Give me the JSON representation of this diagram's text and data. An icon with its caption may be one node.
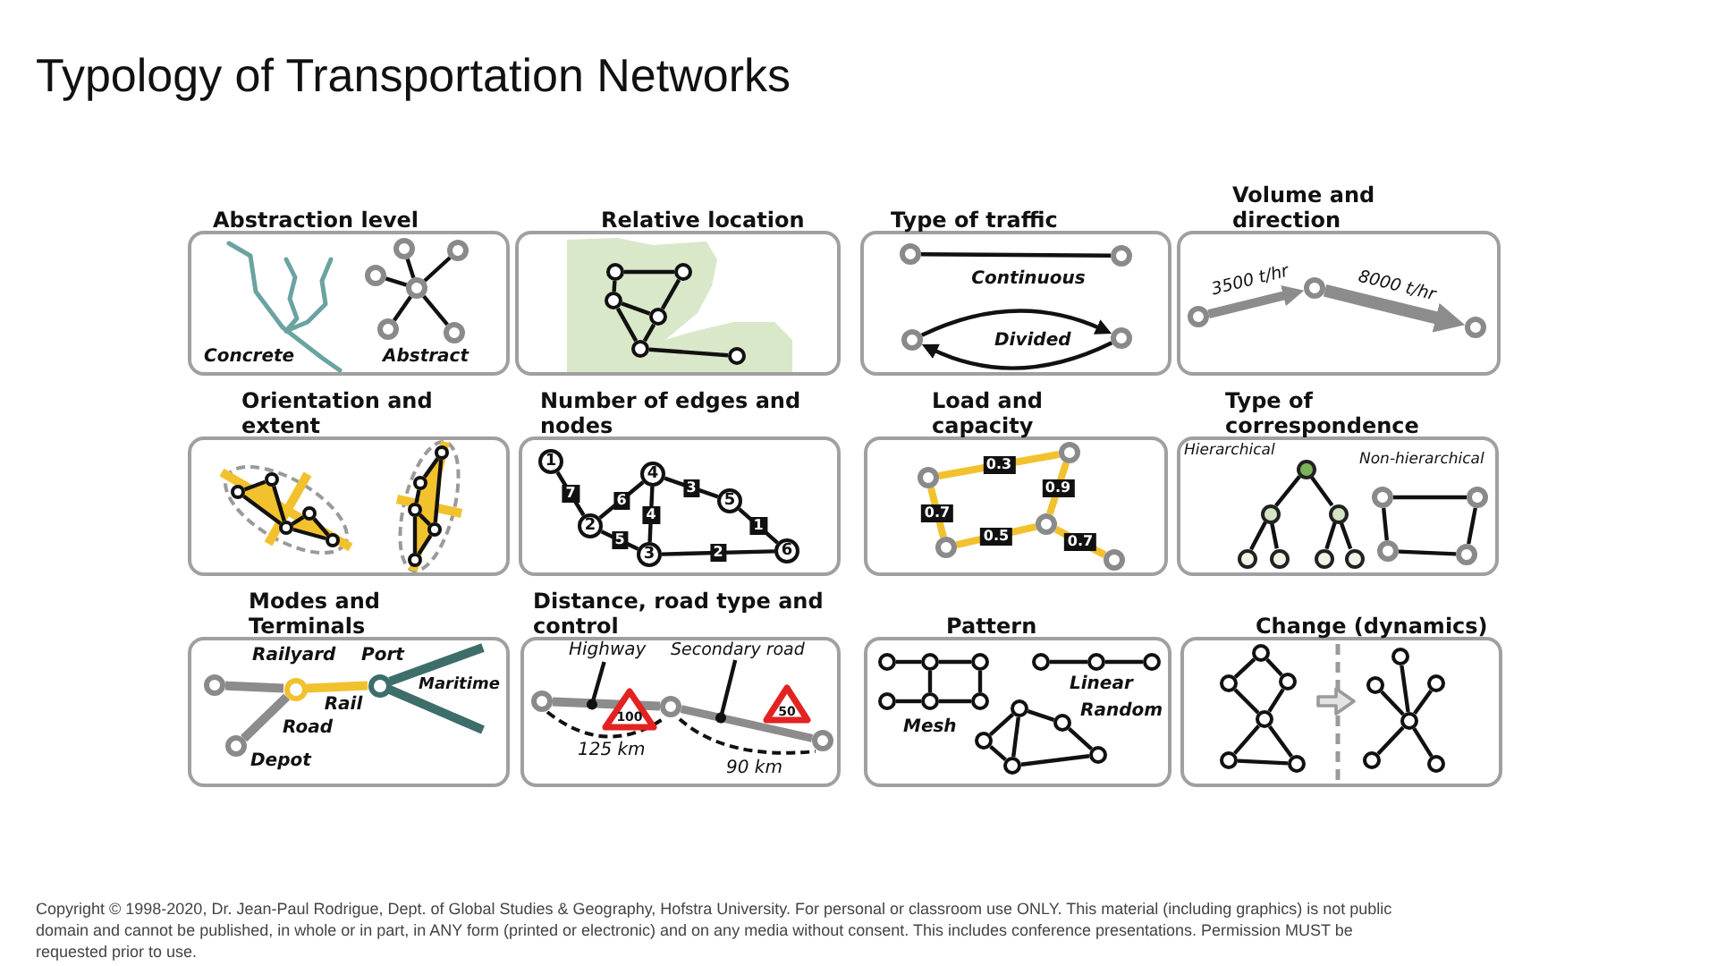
{
  "diagram": {
    "title": "Typology of Transportation Networks",
    "caption": "Copyright © 1998-2020, Dr. Jean-Paul Rodrigue, Dept. of Global Studies & Geography, Hofstra University. For personal or classroom use ONLY. This material (including graphics) is not public domain and cannot be published, in whole or in part, in ANY form (printed or electronic) and on any media without consent. This includes conference presentations. Permission MUST be requested prior to use.",
    "nodes": [
      {
        "text": [
          "Abstraction level",
          "Concrete",
          "Abstract"
        ]
      },
      {
        "text": [],
        "shape": "circle",
        "in": 0
      },
      {
        "text": [],
        "shape": "circle",
        "in": 0
      },
      {
        "text": [],
        "shape": "circle",
        "in": 0
      },
      {
        "text": [],
        "shape": "circle",
        "in": 0
      },
      {
        "text": [],
        "shape": "circle",
        "in": 0
      },
      {
        "text": [],
        "shape": "circle",
        "in": 0
      },
      {
        "text": [
          "Relative location"
        ]
      },
      {
        "text": [],
        "shape": "circle",
        "in": 7
      },
      {
        "text": [],
        "shape": "circle",
        "in": 7
      },
      {
        "text": [],
        "shape": "circle",
        "in": 7
      },
      {
        "text": [],
        "shape": "circle",
        "in": 7
      },
      {
        "text": [],
        "shape": "circle",
        "in": 7
      },
      {
        "text": [],
        "shape": "circle",
        "in": 7
      },
      {
        "text": [
          "Type of traffic",
          "Divided"
        ]
      },
      {
        "text": [],
        "shape": "circle",
        "in": 14
      },
      {
        "text": [],
        "shape": "circle",
        "in": 14
      },
      {
        "text": [],
        "shape": "circle",
        "in": 14
      },
      {
        "text": [],
        "shape": "circle",
        "in": 14
      },
      {
        "text": [
          "Volume and direction"
        ]
      },
      {
        "text": [],
        "shape": "circle",
        "in": 19
      },
      {
        "text": [],
        "shape": "circle",
        "in": 19
      },
      {
        "text": [],
        "shape": "circle",
        "in": 19
      },
      {
        "text": [
          "Orientation and extent"
        ]
      },
      {
        "text": [],
        "shape": "circle",
        "in": 23
      },
      {
        "text": [],
        "shape": "circle",
        "in": 23
      },
      {
        "text": [],
        "shape": "circle",
        "in": 23
      },
      {
        "text": [],
        "shape": "circle",
        "in": 23
      },
      {
        "text": [],
        "shape": "circle",
        "in": 23
      },
      {
        "text": [],
        "shape": "circle",
        "in": 23
      },
      {
        "text": [],
        "shape": "circle",
        "in": 23
      },
      {
        "text": [],
        "shape": "circle",
        "in": 23
      },
      {
        "text": [],
        "shape": "circle",
        "in": 23
      },
      {
        "text": [],
        "shape": "circle",
        "in": 23
      },
      {
        "text": [
          "Number of edges and nodes"
        ]
      },
      {
        "text": [
          "1"
        ],
        "in": 34
      },
      {
        "text": [
          "2"
        ],
        "in": 34
      },
      {
        "text": [
          "3"
        ],
        "in": 34
      },
      {
        "text": [
          "4"
        ],
        "in": 34
      },
      {
        "text": [
          "5"
        ],
        "in": 34
      },
      {
        "text": [
          "6"
        ],
        "in": 34
      },
      {
        "text": [
          "Load and capacity"
        ]
      },
      {
        "text": [],
        "shape": "circle",
        "in": 41
      },
      {
        "text": [],
        "shape": "circle",
        "in": 41
      },
      {
        "text": [],
        "shape": "circle",
        "in": 41
      },
      {
        "text": [],
        "shape": "circle",
        "in": 41
      },
      {
        "text": [],
        "shape": "circle",
        "in": 41
      },
      {
        "text": [
          "Type of correspondence",
          "Hierarchical",
          "Non-hierarchical"
        ]
      },
      {
        "text": [],
        "shape": "circle",
        "in": 47
      },
      {
        "text": [],
        "shape": "circle",
        "in": 47
      },
      {
        "text": [],
        "shape": "circle",
        "in": 47
      },
      {
        "text": [],
        "shape": "circle",
        "in": 47
      },
      {
        "text": [],
        "shape": "circle",
        "in": 47
      },
      {
        "text": [],
        "shape": "circle",
        "in": 47
      },
      {
        "text": [],
        "shape": "circle",
        "in": 47
      },
      {
        "text": [],
        "shape": "circle",
        "in": 47
      },
      {
        "text": [],
        "shape": "circle",
        "in": 47
      },
      {
        "text": [],
        "shape": "circle",
        "in": 47
      },
      {
        "text": [],
        "shape": "circle",
        "in": 47
      },
      {
        "text": [
          "Modes and Terminals",
          "Maritime"
        ]
      },
      {
        "text": [],
        "shape": "circle",
        "in": 59
      },
      {
        "text": [],
        "shape": "circle",
        "in": 59,
        "beside": [
          "Depot"
        ]
      },
      {
        "text": [],
        "shape": "circle",
        "in": 59,
        "beside": [
          "Railyard"
        ]
      },
      {
        "text": [],
        "shape": "circle",
        "in": 59,
        "beside": [
          "Port"
        ]
      },
      {
        "text": [
          "Distance, road type and control",
          "125 km",
          "90 km"
        ]
      },
      {
        "text": [],
        "shape": "circle",
        "in": 64
      },
      {
        "text": [],
        "shape": "circle",
        "in": 64
      },
      {
        "text": [],
        "shape": "circle",
        "in": 64
      },
      {
        "text": [
          "Highway"
        ],
        "in": 64
      },
      {
        "text": [
          "Secondary road"
        ],
        "in": 64
      },
      {
        "text": [
          "100"
        ],
        "in": 64
      },
      {
        "text": [
          "50"
        ],
        "in": 64
      },
      {
        "text": [
          "Pattern",
          "Mesh",
          "Linear",
          "Random"
        ]
      },
      {
        "text": [],
        "shape": "circle",
        "in": 72
      },
      {
        "text": [],
        "shape": "circle",
        "in": 72
      },
      {
        "text": [],
        "shape": "circle",
        "in": 72
      },
      {
        "text": [],
        "shape": "circle",
        "in": 72
      },
      {
        "text": [],
        "shape": "circle",
        "in": 72
      },
      {
        "text": [],
        "shape": "circle",
        "in": 72
      },
      {
        "text": [],
        "shape": "circle",
        "in": 72
      },
      {
        "text": [],
        "shape": "circle",
        "in": 72
      },
      {
        "text": [],
        "shape": "circle",
        "in": 72
      },
      {
        "text": [],
        "shape": "circle",
        "in": 72
      },
      {
        "text": [],
        "shape": "circle",
        "in": 72
      },
      {
        "text": [],
        "shape": "circle",
        "in": 72
      },
      {
        "text": [],
        "shape": "circle",
        "in": 72
      },
      {
        "text": [],
        "shape": "circle",
        "in": 72
      },
      {
        "text": [
          "Change (dynamics)"
        ]
      },
      {
        "text": [],
        "shape": "circle",
        "in": 87
      },
      {
        "text": [],
        "shape": "circle",
        "in": 87
      },
      {
        "text": [],
        "shape": "circle",
        "in": 87
      },
      {
        "text": [],
        "shape": "circle",
        "in": 87
      },
      {
        "text": [],
        "shape": "circle",
        "in": 87
      },
      {
        "text": [],
        "shape": "circle",
        "in": 87
      },
      {
        "text": [],
        "shape": "arrow",
        "in": 87
      },
      {
        "text": [],
        "shape": "circle",
        "in": 87
      },
      {
        "text": [],
        "shape": "circle",
        "in": 87
      },
      {
        "text": [],
        "shape": "circle",
        "in": 87
      },
      {
        "text": [],
        "shape": "circle",
        "in": 87
      },
      {
        "text": [],
        "shape": "circle",
        "in": 87
      },
      {
        "text": [],
        "shape": "circle",
        "in": 87
      }
    ],
    "edges": [
      {
        "from": 4,
        "to": 1,
        "arrow": "none"
      },
      {
        "from": 4,
        "to": 2,
        "arrow": "none"
      },
      {
        "from": 4,
        "to": 3,
        "arrow": "none"
      },
      {
        "from": 4,
        "to": 5,
        "arrow": "none"
      },
      {
        "from": 4,
        "to": 6,
        "arrow": "none"
      },
      {
        "from": 8,
        "to": 9,
        "arrow": "none"
      },
      {
        "from": 8,
        "to": 10,
        "arrow": "none"
      },
      {
        "from": 9,
        "to": 11,
        "arrow": "none"
      },
      {
        "from": 10,
        "to": 11,
        "arrow": "none"
      },
      {
        "from": 10,
        "to": 12,
        "arrow": "none"
      },
      {
        "from": 11,
        "to": 12,
        "arrow": "none"
      },
      {
        "from": 12,
        "to": 13,
        "arrow": "none"
      },
      {
        "from": 15,
        "to": 16,
        "arrow": "none",
        "label": "Continuous"
      },
      {
        "from": 17,
        "to": 18,
        "arrow": "to"
      },
      {
        "from": 18,
        "to": 17,
        "arrow": "to"
      },
      {
        "from": 20,
        "to": 21,
        "arrow": "to",
        "label": "3500 t/hr",
        "style": "thick",
        "color": "#8c8c8c"
      },
      {
        "from": 21,
        "to": 22,
        "arrow": "to",
        "label": "8000 t/hr",
        "style": "thick",
        "color": "#8c8c8c"
      },
      {
        "from": 24,
        "to": 25,
        "arrow": "none"
      },
      {
        "from": 24,
        "to": 26,
        "arrow": "none"
      },
      {
        "from": 25,
        "to": 26,
        "arrow": "none"
      },
      {
        "from": 26,
        "to": 27,
        "arrow": "none"
      },
      {
        "from": 27,
        "to": 28,
        "arrow": "none"
      },
      {
        "from": 26,
        "to": 28,
        "arrow": "none"
      },
      {
        "from": 29,
        "to": 30,
        "arrow": "none"
      },
      {
        "from": 29,
        "to": 32,
        "arrow": "none"
      },
      {
        "from": 30,
        "to": 31,
        "arrow": "none"
      },
      {
        "from": 31,
        "to": 32,
        "arrow": "none"
      },
      {
        "from": 31,
        "to": 33,
        "arrow": "none"
      },
      {
        "from": 32,
        "to": 33,
        "arrow": "none"
      },
      {
        "from": 35,
        "to": 36,
        "arrow": "none",
        "label": "7"
      },
      {
        "from": 36,
        "to": 38,
        "arrow": "none",
        "label": "6"
      },
      {
        "from": 38,
        "to": 37,
        "arrow": "none",
        "label": "4"
      },
      {
        "from": 38,
        "to": 39,
        "arrow": "none",
        "label": "3"
      },
      {
        "from": 39,
        "to": 40,
        "arrow": "none",
        "label": "1"
      },
      {
        "from": 36,
        "to": 37,
        "arrow": "none",
        "label": "5"
      },
      {
        "from": 37,
        "to": 40,
        "arrow": "none",
        "label": "2"
      },
      {
        "from": 42,
        "to": 45,
        "arrow": "none",
        "label": "0.3",
        "style": "thick",
        "color": "#f2c12e"
      },
      {
        "from": 45,
        "to": 44,
        "arrow": "none",
        "label": "0.9",
        "style": "thick",
        "color": "#f2c12e"
      },
      {
        "from": 42,
        "to": 43,
        "arrow": "none",
        "label": "0.7",
        "style": "thick",
        "color": "#f2c12e"
      },
      {
        "from": 43,
        "to": 44,
        "arrow": "none",
        "label": "0.5",
        "style": "thick",
        "color": "#f2c12e"
      },
      {
        "from": 44,
        "to": 46,
        "arrow": "none",
        "label": "0.7",
        "style": "thick",
        "color": "#f2c12e"
      },
      {
        "from": 48,
        "to": 49,
        "arrow": "none"
      },
      {
        "from": 48,
        "to": 50,
        "arrow": "none"
      },
      {
        "from": 49,
        "to": 51,
        "arrow": "none"
      },
      {
        "from": 49,
        "to": 52,
        "arrow": "none"
      },
      {
        "from": 50,
        "to": 53,
        "arrow": "none"
      },
      {
        "from": 50,
        "to": 54,
        "arrow": "none"
      },
      {
        "from": 55,
        "to": 56,
        "arrow": "none"
      },
      {
        "from": 56,
        "to": 58,
        "arrow": "none"
      },
      {
        "from": 58,
        "to": 57,
        "arrow": "none"
      },
      {
        "from": 57,
        "to": 55,
        "arrow": "none"
      },
      {
        "from": 60,
        "to": 62,
        "arrow": "none",
        "style": "thick",
        "color": "#8c8c8c"
      },
      {
        "from": 61,
        "to": 62,
        "arrow": "none",
        "label": "Road",
        "style": "thick",
        "color": "#8c8c8c"
      },
      {
        "from": 62,
        "to": 63,
        "arrow": "none",
        "label": "Rail",
        "style": "thick",
        "color": "#f2c12e"
      },
      {
        "from": 63,
        "to": null,
        "arrow": "none",
        "style": "thick",
        "color": "#3e6e6a"
      },
      {
        "from": 63,
        "to": null,
        "arrow": "none",
        "style": "thick",
        "color": "#3e6e6a"
      },
      {
        "from": 65,
        "to": 66,
        "arrow": "none",
        "style": "thick",
        "color": "#8c8c8c"
      },
      {
        "from": 66,
        "to": 67,
        "arrow": "none",
        "style": "thick",
        "color": "#8c8c8c"
      },
      {
        "from": 68,
        "to": null,
        "arrow": "other"
      },
      {
        "from": 69,
        "to": null,
        "arrow": "other"
      },
      {
        "from": 73,
        "to": 75,
        "arrow": "none"
      },
      {
        "from": 75,
        "to": 77,
        "arrow": "none"
      },
      {
        "from": 74,
        "to": 76,
        "arrow": "none"
      },
      {
        "from": 76,
        "to": 78,
        "arrow": "none"
      },
      {
        "from": 75,
        "to": 76,
        "arrow": "none"
      },
      {
        "from": 77,
        "to": 78,
        "arrow": "none"
      },
      {
        "from": 79,
        "to": 80,
        "arrow": "none"
      },
      {
        "from": 80,
        "to": 81,
        "arrow": "none"
      },
      {
        "from": 84,
        "to": 85,
        "arrow": "none"
      },
      {
        "from": 85,
        "to": 86,
        "arrow": "none"
      },
      {
        "from": 84,
        "to": 82,
        "arrow": "none"
      },
      {
        "from": 82,
        "to": 83,
        "arrow": "none"
      },
      {
        "from": 84,
        "to": 83,
        "arrow": "none"
      },
      {
        "from": 83,
        "to": 86,
        "arrow": "none"
      },
      {
        "from": 88,
        "to": 89,
        "arrow": "none"
      },
      {
        "from": 88,
        "to": 90,
        "arrow": "none"
      },
      {
        "from": 89,
        "to": 91,
        "arrow": "none"
      },
      {
        "from": 90,
        "to": 91,
        "arrow": "none"
      },
      {
        "from": 91,
        "to": 92,
        "arrow": "none"
      },
      {
        "from": 91,
        "to": 93,
        "arrow": "none"
      },
      {
        "from": 92,
        "to": 93,
        "arrow": "none"
      },
      {
        "from": 98,
        "to": 95,
        "arrow": "none"
      },
      {
        "from": 98,
        "to": 96,
        "arrow": "none"
      },
      {
        "from": 98,
        "to": 97,
        "arrow": "none"
      },
      {
        "from": 98,
        "to": 99,
        "arrow": "none"
      },
      {
        "from": 98,
        "to": 100,
        "arrow": "none"
      }
    ]
  }
}
